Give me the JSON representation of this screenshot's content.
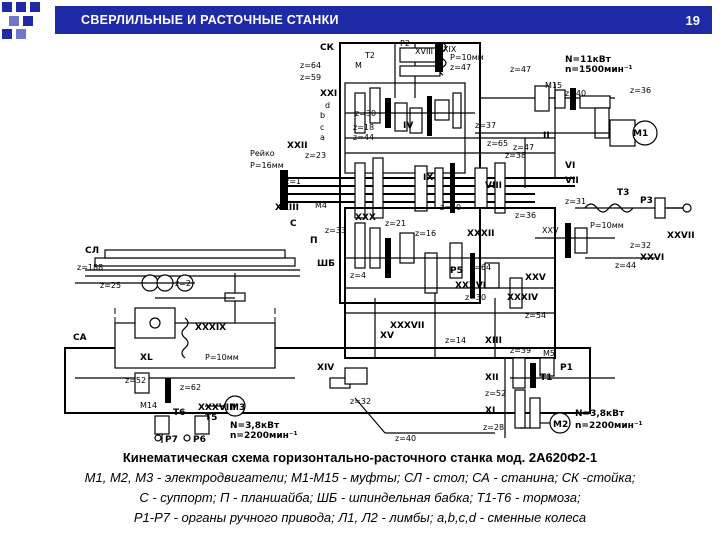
{
  "header": {
    "title": "СВЕРЛИЛЬНЫЕ И РАСТОЧНЫЕ СТАНКИ",
    "page_number": "19"
  },
  "diagram": {
    "labels": {
      "ck": "СК",
      "p2": "Р2",
      "m_top": "М",
      "t2": "Т2",
      "xviii": "XVIII",
      "xix": "XIX",
      "p10_top": "P=10мм",
      "z64": "z=64",
      "z47a": "z=47",
      "z47b": "z=47",
      "z59": "z=59",
      "motor_n": "N=11кВт",
      "motor_rpm": "n=1500мин⁻¹",
      "m15": "М15",
      "z40": "z=40",
      "z36": "z=36",
      "xxi": "XXI",
      "d": "d",
      "b": "b",
      "c": "c",
      "a": "a",
      "z30": "z=30",
      "iv": "IV",
      "z18": "z=18",
      "z44": "z=44",
      "z37": "z=37",
      "m1": "М1",
      "ii": "II",
      "z65": "z=65",
      "z47c": "z=47",
      "z38": "z=38",
      "rejko": "Рейко",
      "p16": "Р=16мм",
      "xxii": "XXII",
      "z1": "z=1",
      "z23": "z=23",
      "vi": "VI",
      "vii": "VII",
      "viii": "VIII",
      "ix": "IX",
      "t3": "Т3",
      "p3": "Р3",
      "xxiii": "XXIII",
      "z50": "z=50",
      "z36b": "z=36",
      "z31": "z=31",
      "xxv_arrow": "XXV",
      "p10_mid": "Р=10мм",
      "m4": "М4",
      "c_lbl": "С",
      "p_lbl": "П",
      "xxx": "XXX",
      "z21": "z=21",
      "z33": "z=33",
      "z16": "z=16",
      "xxxii": "XXXII",
      "z32": "z=32",
      "xxvii": "XXVII",
      "xxvi": "XXVI",
      "z44b": "z=44",
      "sl": "СЛ",
      "z188": "z=188",
      "z25": "z=25",
      "z2": "z=2",
      "shb": "ШБ",
      "z64b": "z=64",
      "p5": "Р5",
      "z4": "z=4",
      "xxv": "XXV",
      "z30b": "z=30",
      "xxxvi": "XXXVI",
      "xxxiv": "XXXIV",
      "z54": "z=54",
      "ca": "СА",
      "xxxix": "XXXIX",
      "p10_low": "Р=10мм",
      "xl": "XL",
      "xiv": "XIV",
      "xv": "XV",
      "xxxvii": "XXXVII",
      "z14": "z=14",
      "xiii": "XIII",
      "z39": "z=39",
      "m5": "М5",
      "xii": "XII",
      "t1": "Т1",
      "p1": "Р1",
      "z52": "z=52",
      "z62": "z=62",
      "m14": "М14",
      "t6": "Т6",
      "t5": "Т5",
      "xxxviii": "XXXVIII",
      "m3": "М3",
      "m3_n": "N=3,8кВт",
      "m3_rpm": "n=2200мин⁻¹",
      "p7": "Р7",
      "p6": "Р6",
      "z32b": "z=32",
      "z40b": "z=40",
      "xi": "XI",
      "z28": "z=28",
      "m2": "М2",
      "m2_n": "N=3,8кВт",
      "m2_rpm": "n=2200мин⁻¹"
    }
  },
  "caption": {
    "title": "Кинематическая схема горизонтально-расточного станка мод. 2А620Ф2-1",
    "line1": "М1, М2, М3 - электродвигатели; М1-М15 - муфты; СЛ - стол; СА - станина; СК -стойка;",
    "line2": "С - суппорт; П - планшайба; ШБ - шпиндельная бабка; Т1-Т6 - тормоза;",
    "line3": "Р1-Р7 - органы ручного привода; Л1, Л2 - лимбы; a,b,c,d - сменные колеса"
  },
  "colors": {
    "header_bg": "#1f2aa6",
    "header_text": "#ffffff",
    "deco_squares": "#1f2aa6"
  }
}
